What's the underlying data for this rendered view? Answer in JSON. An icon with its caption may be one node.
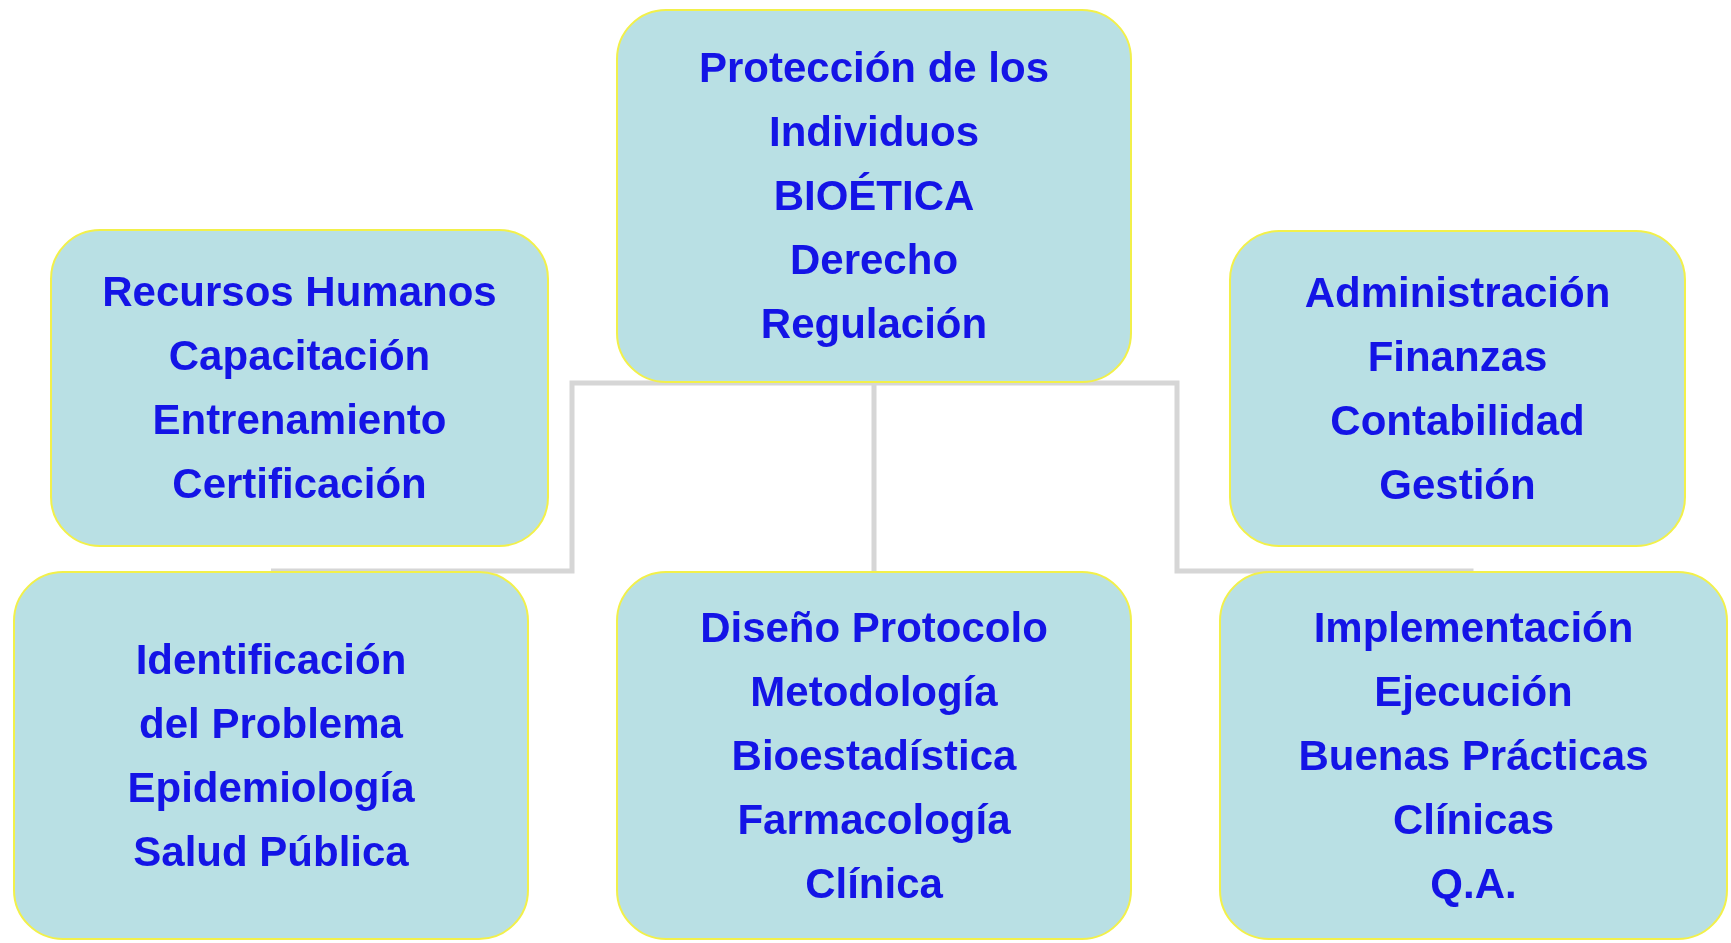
{
  "diagram": {
    "nodes": [
      {
        "text": [
          "Protección de los Individuos",
          "BIOÉTICA",
          "Derecho",
          "Regulación"
        ]
      },
      {
        "text": [
          "Recursos Humanos",
          "Capacitación",
          "Entrenamiento",
          "Certificación"
        ]
      },
      {
        "text": [
          "Administración",
          "Finanzas",
          "Contabilidad",
          "Gestión"
        ]
      },
      {
        "text": [
          "Identificación del Problema",
          "Epidemiología",
          "Salud Pública"
        ]
      },
      {
        "text": [
          "Diseño Protocolo",
          "Metodología",
          "Bioestadística",
          "Farmacología Clínica"
        ]
      },
      {
        "text": [
          "Implementación",
          "Ejecución",
          "Buenas Prácticas Clínicas",
          "Q.A."
        ]
      }
    ],
    "edges": [
      {
        "from": 0,
        "to": 3,
        "arrow": "none"
      },
      {
        "from": 0,
        "to": 4,
        "arrow": "none"
      },
      {
        "from": 0,
        "to": 5,
        "arrow": "none"
      }
    ]
  }
}
